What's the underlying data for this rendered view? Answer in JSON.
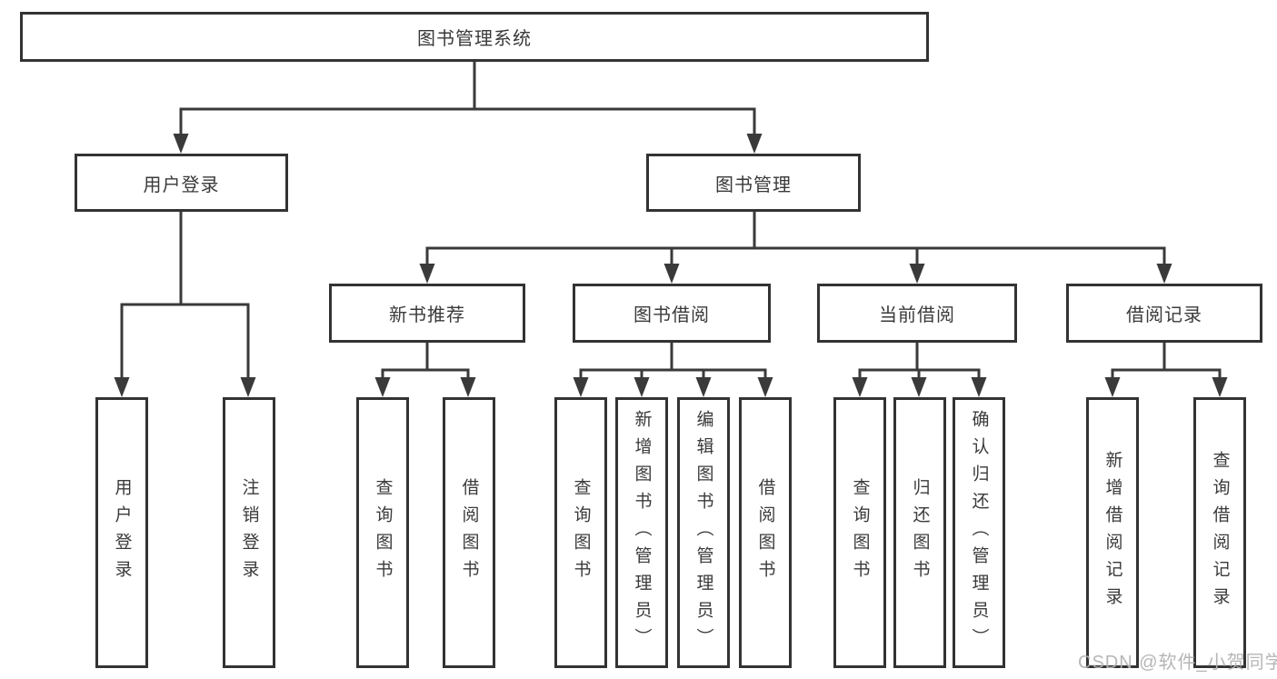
{
  "diagram": {
    "type": "hierarchy",
    "root": {
      "label": "图书管理系统"
    },
    "level2": [
      {
        "label": "用户登录"
      },
      {
        "label": "图书管理"
      }
    ],
    "level3": [
      {
        "label": "新书推荐",
        "parent": "图书管理"
      },
      {
        "label": "图书借阅",
        "parent": "图书管理"
      },
      {
        "label": "当前借阅",
        "parent": "图书管理"
      },
      {
        "label": "借阅记录",
        "parent": "图书管理"
      }
    ],
    "leaves": [
      {
        "label": "用户登录",
        "parent": "用户登录"
      },
      {
        "label": "注销登录",
        "parent": "用户登录"
      },
      {
        "label": "查询图书",
        "parent": "新书推荐"
      },
      {
        "label": "借阅图书",
        "parent": "新书推荐"
      },
      {
        "label": "查询图书",
        "parent": "图书借阅"
      },
      {
        "label": "新增图书（管理员）",
        "parent": "图书借阅"
      },
      {
        "label": "编辑图书（管理员）",
        "parent": "图书借阅"
      },
      {
        "label": "借阅图书",
        "parent": "图书借阅"
      },
      {
        "label": "查询图书",
        "parent": "当前借阅"
      },
      {
        "label": "归还图书",
        "parent": "当前借阅"
      },
      {
        "label": "确认归还（管理员）",
        "parent": "当前借阅"
      },
      {
        "label": "新增借阅记录",
        "parent": "借阅记录"
      },
      {
        "label": "查询借阅记录",
        "parent": "借阅记录"
      }
    ],
    "colors": {
      "line": "#3a3a3a",
      "box_border": "#333333",
      "text": "#3a3a3a",
      "background": "#ffffff"
    }
  },
  "watermark": {
    "text": "CSDN @软件_小贺同学",
    "color": "#b2b2b2"
  }
}
